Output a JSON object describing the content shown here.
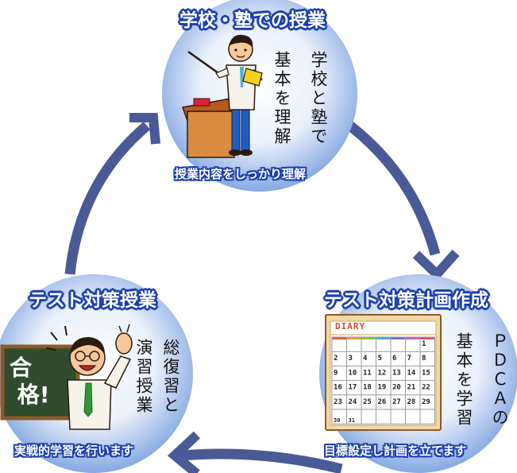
{
  "colors": {
    "arrow": "#4a5a96",
    "title_outline": "#1c3fae",
    "circle_center": "#ffffff",
    "circle_edge": "#7fa4e0"
  },
  "nodes": [
    {
      "id": "school",
      "title": "学校・塾での授業",
      "vertical_lines": [
        "学校と塾で",
        "基本を理解"
      ],
      "caption": "授業内容をしっかり理解",
      "icon": "teacher-at-podium-illustration"
    },
    {
      "id": "plan",
      "title": "テスト対策計画作成",
      "vertical_lines": [
        "ＰＤＣＡの",
        "基本を学習"
      ],
      "caption": "目標設定し計画を立てます",
      "icon": "diary-calendar-illustration"
    },
    {
      "id": "exam",
      "title": "テスト対策授業",
      "vertical_lines": [
        "総復習と",
        "演習授業"
      ],
      "caption": "実戦的学習を行います",
      "icon": "celebrating-teacher-blackboard-illustration",
      "blackboard_text": "合格!"
    }
  ],
  "calendar": {
    "header": "DIARY",
    "rows": [
      [
        "",
        "",
        "",
        "",
        "",
        "",
        "1"
      ],
      [
        "2",
        "3",
        "4",
        "5",
        "6",
        "7",
        "8"
      ],
      [
        "9",
        "10",
        "11",
        "12",
        "13",
        "14",
        "15"
      ],
      [
        "16",
        "17",
        "18",
        "19",
        "20",
        "21",
        "22"
      ],
      [
        "23",
        "24",
        "25",
        "26",
        "27",
        "28",
        "29"
      ],
      [
        "30",
        "31",
        "",
        "",
        "",
        "",
        ""
      ]
    ]
  }
}
